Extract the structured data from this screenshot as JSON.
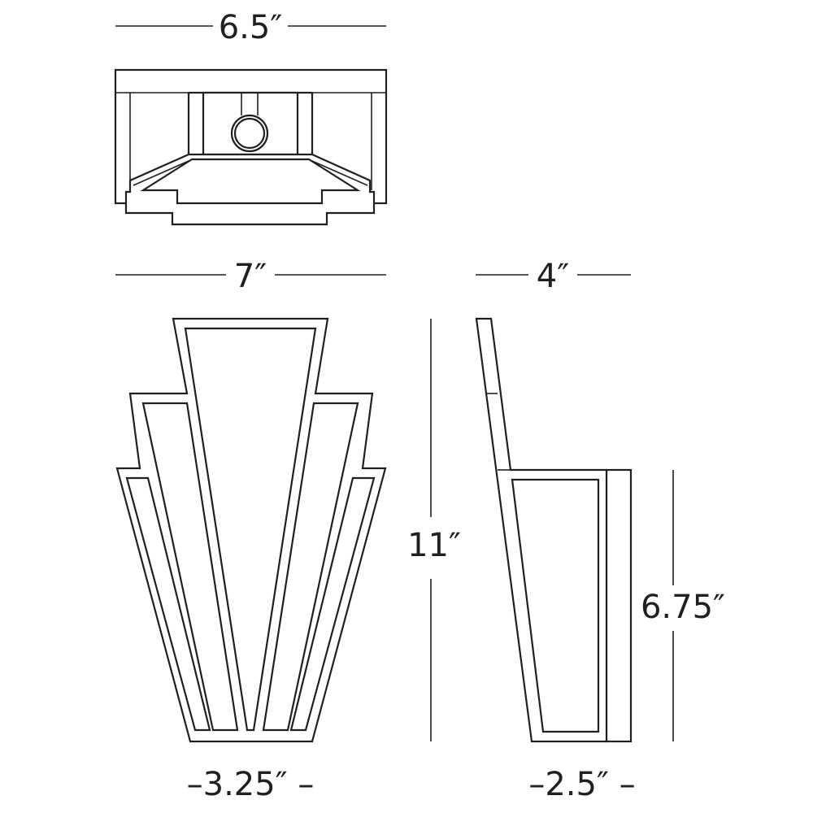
{
  "dimensions": {
    "top_width": "6.5″",
    "front_width": "7″",
    "side_depth": "4″",
    "overall_height": "11″",
    "backplate_height": "6.75″",
    "base_width": "–3.25″ –",
    "base_depth": "–2.5″ –"
  },
  "colors": {
    "line": "#231f20",
    "background": "#ffffff"
  }
}
